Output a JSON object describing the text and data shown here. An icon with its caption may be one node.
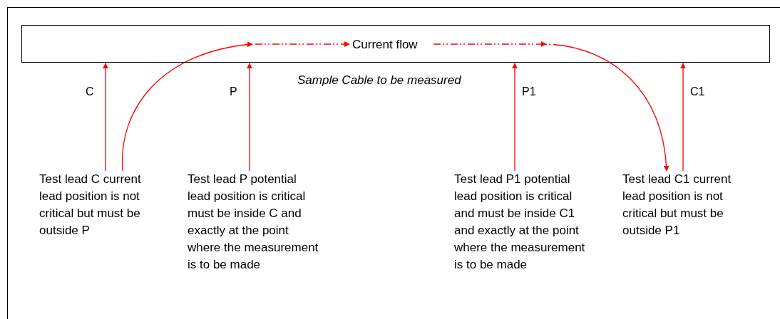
{
  "diagram": {
    "nodes": [
      {
        "text": [],
        "shape": "box",
        "beside": [
          "Sample Cable to be measured"
        ]
      },
      {
        "text": [
          "Current flow"
        ],
        "in": 0
      },
      {
        "text": [
          "Test lead C current lead position is not critical but must be outside P"
        ]
      },
      {
        "text": [
          "Test lead P potential lead position is critical must be inside C and exactly at the point where the measurement is to be made"
        ]
      },
      {
        "text": [
          "Test lead P1 potential lead position is critical and must be inside C1 and exactly at the point where the measurement is to be made"
        ]
      },
      {
        "text": [
          "Test lead C1 current lead position is not critical but must be outside P1"
        ]
      }
    ],
    "edges": [
      {
        "from": 2,
        "to": 0,
        "arrow": "to",
        "label": "C"
      },
      {
        "from": 3,
        "to": 0,
        "arrow": "to",
        "label": "P"
      },
      {
        "from": 4,
        "to": 0,
        "arrow": "to",
        "label": "P1"
      },
      {
        "from": 5,
        "to": 0,
        "arrow": "to",
        "label": "C1"
      },
      {
        "from": 2,
        "to": 1,
        "arrow": "to",
        "style": "dashed"
      },
      {
        "from": 1,
        "to": 5,
        "arrow": "to",
        "style": "dashed"
      }
    ]
  }
}
